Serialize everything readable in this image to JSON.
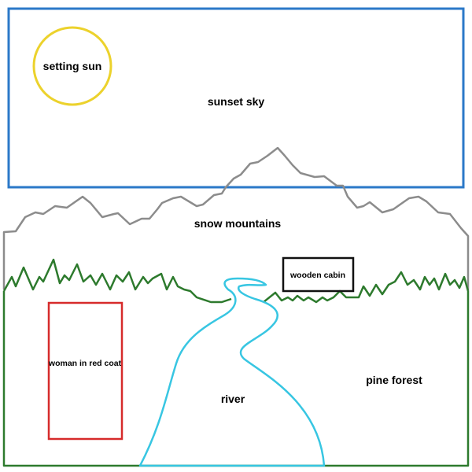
{
  "labels": {
    "sky": "sunset sky",
    "sun": "setting sun",
    "mountains": "snow mountains",
    "cabin": "wooden cabin",
    "woman": "woman in red coat",
    "river": "river",
    "forest": "pine forest"
  },
  "colors": {
    "sky": "#2b78c8",
    "sun": "#ecd22c",
    "mountains": "#8c8c8c",
    "forest": "#2d7a2d",
    "cabin": "#111111",
    "woman": "#d62b2b",
    "river": "#38c6e2",
    "text": "#000000"
  }
}
